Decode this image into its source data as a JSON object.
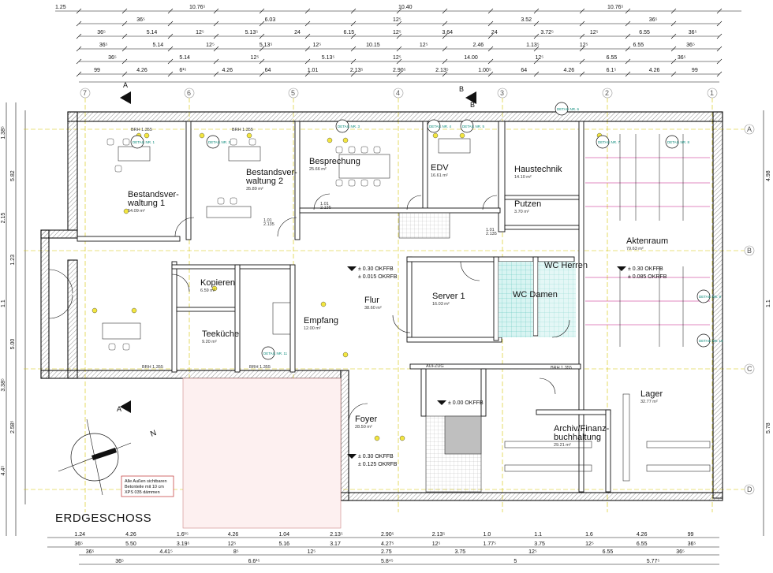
{
  "title": "ERDGESCHOSS",
  "note": [
    "Alle Außen sichtbaren",
    "Betonteile mit 10 cm",
    "XPS 035 dämmen"
  ],
  "compass_label": "N",
  "section_marks": [
    "A",
    "A",
    "B",
    "B"
  ],
  "axes_top": [
    "7",
    "6",
    "5",
    "4",
    "3",
    "2",
    "1"
  ],
  "axes_right": [
    "A",
    "B",
    "C",
    "D"
  ],
  "dims_top": [
    [
      "1.25",
      "10.76⁵",
      "10.40",
      "10.76⁵"
    ],
    [
      "36⁵",
      "6.03",
      "12⁵",
      "3.52",
      "36⁵"
    ],
    [
      "36⁵",
      "5.14",
      "12⁵",
      "5.13⁵",
      "24",
      "6.15",
      "12⁵",
      "3.64",
      "24",
      "3.72⁵",
      "12⁵",
      "6.55",
      "36⁵"
    ],
    [
      "36⁵",
      "5.14",
      "12⁵",
      "5.13⁵",
      "12⁵",
      "10.15",
      "12⁵",
      "2.46",
      "1.13⁵",
      "12⁵",
      "6.55",
      "36⁵"
    ],
    [
      "36⁵",
      "5.14",
      "12⁵",
      "5.13⁵",
      "12⁵",
      "14.00",
      "12⁵",
      "6.55",
      "36⁵"
    ],
    [
      "99",
      "4.26",
      "6¹⁵",
      "4.26",
      "64",
      "1.01",
      "2.13⁵",
      "2.90⁵",
      "2.13⁵",
      "1.00⁵",
      "64",
      "4.26",
      "6.1⁵",
      "4.26",
      "99"
    ]
  ],
  "dims_bottom": [
    [
      "1.24",
      "4.26",
      "1.6¹⁵",
      "4.26",
      "1.04",
      "2.13⁵",
      "2.90⁵",
      "2.13⁵",
      "1.0",
      "1.1",
      "1.6",
      "4.26",
      "99"
    ],
    [
      "36⁵",
      "5.50",
      "3.19⁵",
      "12⁵",
      "5.16",
      "3.17",
      "4.27⁵",
      "12⁵",
      "1.77⁵",
      "3.75",
      "12⁵",
      "6.55",
      "36⁵"
    ],
    [
      "36⁵",
      "4.41⁵",
      "8⁵",
      "12⁵",
      "2.75",
      "3.75",
      "12⁵",
      "6.55",
      "36⁵"
    ],
    [
      "36⁵",
      "6.6¹⁵",
      "5.8⁴⁵",
      "5",
      "5.77⁵"
    ]
  ],
  "dims_left": [
    "1.38⁵",
    "5.82",
    "2.15",
    "1.23",
    "1.1",
    "5.00",
    "3.38⁵",
    "2.58⁵",
    "4.4⁵"
  ],
  "dims_right": [
    "4.98",
    "1.1",
    "5.78"
  ],
  "rooms": [
    {
      "name": "Bestandsver-",
      "name2": "waltung 1",
      "area": "54.09 m²"
    },
    {
      "name": "Bestandsver-",
      "name2": "waltung 2",
      "area": "35.89 m²"
    },
    {
      "name": "Besprechung",
      "name2": "",
      "area": "25.66 m²"
    },
    {
      "name": "EDV",
      "name2": "",
      "area": "16.61 m²"
    },
    {
      "name": "Haustechnik",
      "name2": "",
      "area": "14.10 m²"
    },
    {
      "name": "Putzen",
      "name2": "",
      "area": "3.70 m²"
    },
    {
      "name": "Aktenraum",
      "name2": "",
      "area": "79.63 m²"
    },
    {
      "name": "Kopieren",
      "name2": "",
      "area": "6.59 m²"
    },
    {
      "name": "Teeküche",
      "name2": "",
      "area": "9.20 m²"
    },
    {
      "name": "Empfang",
      "name2": "",
      "area": "12.00 m²"
    },
    {
      "name": "Flur",
      "name2": "",
      "area": "38.60 m²"
    },
    {
      "name": "Server 1",
      "name2": "",
      "area": "16.03 m²"
    },
    {
      "name": "WC Herren",
      "name2": "",
      "area": ""
    },
    {
      "name": "WC Damen",
      "name2": "",
      "area": ""
    },
    {
      "name": "Lager",
      "name2": "",
      "area": "32.77 m²"
    },
    {
      "name": "Archiv/Finanz-",
      "name2": "buchhaltung",
      "area": "29.21 m²"
    },
    {
      "name": "Foyer",
      "name2": "",
      "area": "28.50 m²"
    }
  ],
  "levels": [
    {
      "l1": "± 0.30 OKFFB",
      "l2": "± 0.015 OKRFB"
    },
    {
      "l1": "± 0.30 OKFFB",
      "l2": "± 0.085 OKRFB"
    },
    {
      "l1": "± 0.30 OKFFB",
      "l2": "± 0.125 OKRFB"
    },
    {
      "l1": "± 0.00 OKFFB",
      "l2": ""
    }
  ],
  "tags": [
    "BRH 1.355",
    "BRH 1.355",
    "BRH 1.355",
    "BRH 1.355",
    "BRH 1.355",
    "AUFZUG"
  ],
  "door_labels": [
    "1.01",
    "2.135",
    "1.01",
    "2.135",
    "1.01",
    "2.135"
  ],
  "door_details": [
    "DETAIL NR. 1",
    "DETAIL NR. 2",
    "DETAIL NR. 3",
    "DETAIL NR. 4",
    "DETAIL NR. 5",
    "DETAIL NR. 6",
    "DETAIL NR. 7",
    "DETAIL NR. 8",
    "DETAIL NR. 9",
    "DETAIL NR. 10",
    "DETAIL NR. 11",
    "DETAIL NR. 12"
  ]
}
